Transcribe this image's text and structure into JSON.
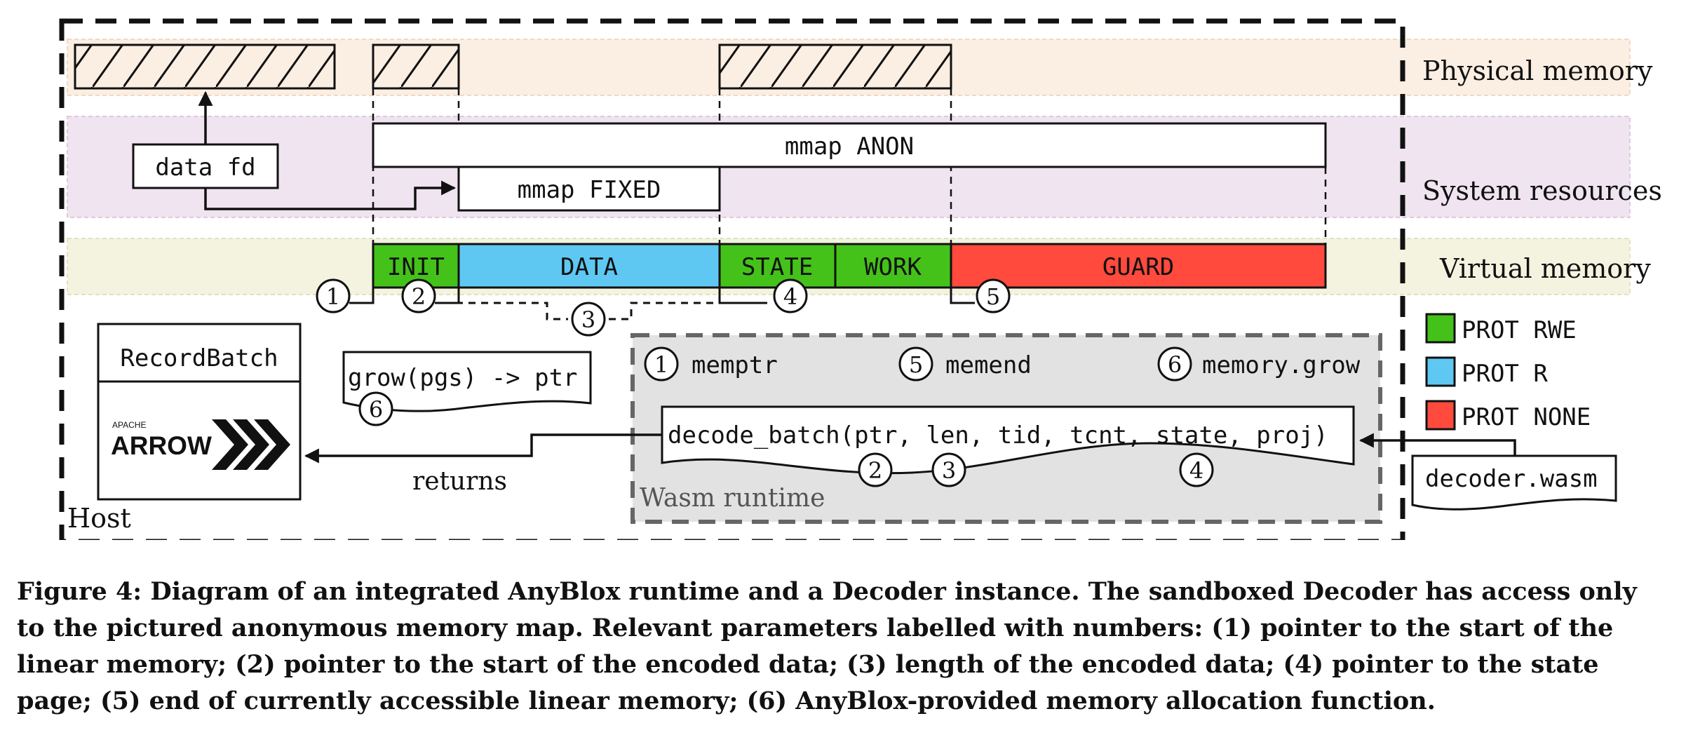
{
  "diagram": {
    "bands": {
      "physical": "Physical memory",
      "system": "System resources",
      "virtual": "Virtual memory"
    },
    "system_resources": {
      "mmap_anon": "mmap ANON",
      "mmap_fixed": "mmap FIXED",
      "data_fd": "data fd"
    },
    "segments": [
      {
        "label": "INIT",
        "protection": "PROT RWE"
      },
      {
        "label": "DATA",
        "protection": "PROT R"
      },
      {
        "label": "STATE",
        "protection": "PROT RWE"
      },
      {
        "label": "WORK",
        "protection": "PROT RWE"
      },
      {
        "label": "GUARD",
        "protection": "PROT NONE"
      }
    ],
    "markers": [
      "1",
      "2",
      "3",
      "4",
      "5",
      "6"
    ],
    "legend": [
      {
        "label": "PROT RWE",
        "color": "#44c21a"
      },
      {
        "label": "PROT R",
        "color": "#5ec8f2"
      },
      {
        "label": "PROT NONE",
        "color": "#ff4a3d"
      }
    ],
    "host": {
      "label": "Host",
      "record_batch": "RecordBatch",
      "arrow_logo_small": "APACHE",
      "arrow_logo_big": "ARROW",
      "grow_signature": "grow(pgs) -> ptr",
      "returns": "returns"
    },
    "wasm_runtime": {
      "label": "Wasm runtime",
      "exports": [
        "memptr",
        "memend",
        "memory.grow"
      ],
      "function_signature": "decode_batch(ptr, len, tid, tcnt, state, proj)"
    },
    "decoder_file": "decoder.wasm",
    "colors": {
      "physical_band": "#fbeee2",
      "system_band": "#efe4ef",
      "virtual_band": "#f3f3df",
      "runtime_box": "#e2e2e2"
    }
  },
  "caption": "Figure 4: Diagram of an integrated AnyBlox runtime and a Decoder instance. The sandboxed Decoder has access only to the pictured anonymous memory map. Relevant parameters labelled with numbers: (1) pointer to the start of the linear memory; (2) pointer to the start of the encoded data; (3) length of the encoded data; (4) pointer to the state page; (5) end of currently accessible linear memory; (6) AnyBlox-provided memory allocation function."
}
